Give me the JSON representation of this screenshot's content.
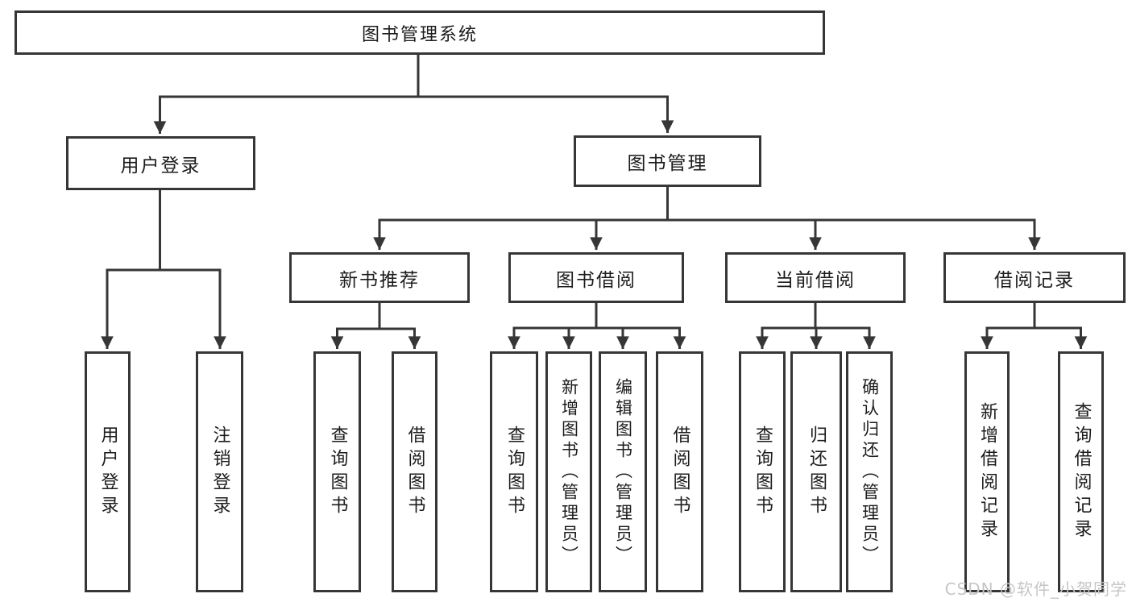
{
  "diagram_title": "图书管理系统",
  "nodes": {
    "root": "图书管理系统",
    "user_login": "用户登录",
    "book_mgmt": "图书管理",
    "login_leaf": "用户登录",
    "logout_leaf": "注销登录",
    "new_book": "新书推荐",
    "book_borrow": "图书借阅",
    "current_borrow": "当前借阅",
    "borrow_record": "借阅记录",
    "nb_query": "查询图书",
    "nb_borrow": "借阅图书",
    "bb_query": "查询图书",
    "bb_add": "新增图书（管理员）",
    "bb_edit": "编辑图书（管理员）",
    "bb_borrow": "借阅图书",
    "cb_query": "查询图书",
    "cb_return": "归还图书",
    "cb_confirm": "确认归还（管理员）",
    "br_add": "新增借阅记录",
    "br_query": "查询借阅记录"
  },
  "tree": {
    "图书管理系统": {
      "用户登录": [
        "用户登录",
        "注销登录"
      ],
      "图书管理": {
        "新书推荐": [
          "查询图书",
          "借阅图书"
        ],
        "图书借阅": [
          "查询图书",
          "新增图书（管理员）",
          "编辑图书（管理员）",
          "借阅图书"
        ],
        "当前借阅": [
          "查询图书",
          "归还图书",
          "确认归还（管理员）"
        ],
        "借阅记录": [
          "新增借阅记录",
          "查询借阅记录"
        ]
      }
    }
  },
  "watermark": "CSDN @软件_小贺同学",
  "colors": {
    "line": "#363636",
    "text": "#1c1c1c",
    "watermark": "#c6c6c6",
    "background": "#ffffff"
  }
}
